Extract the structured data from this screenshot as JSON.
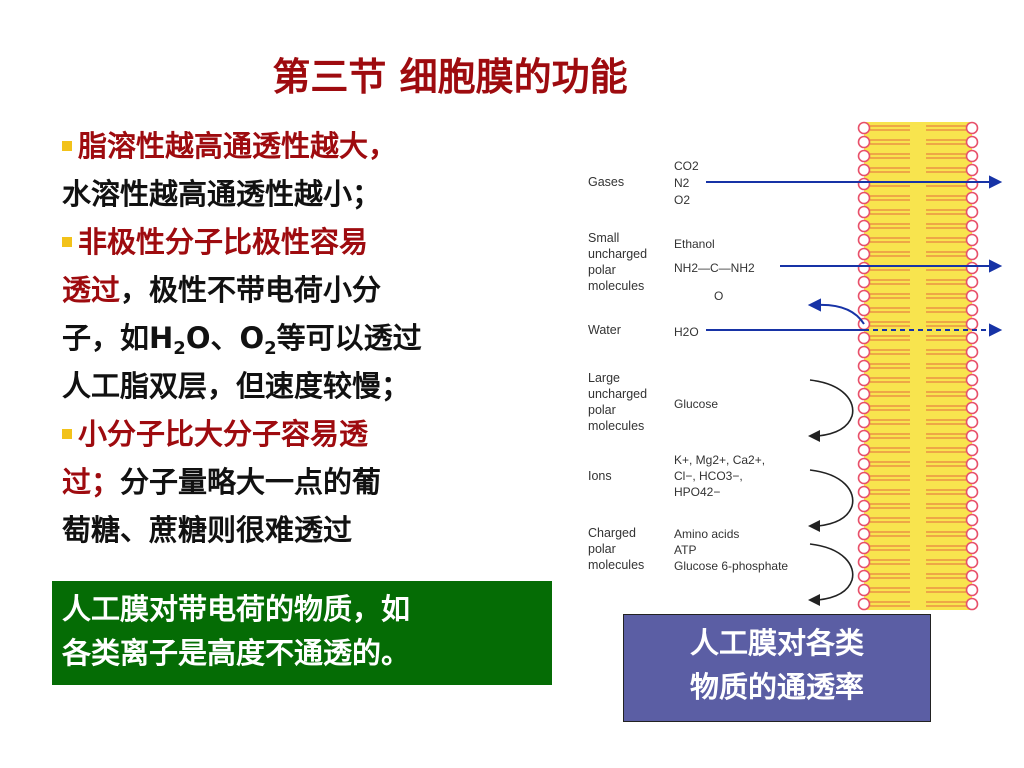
{
  "slide": {
    "title": "第三节  细胞膜的功能",
    "p1_red": "脂溶性越高通透性越大，",
    "p1_black": "水溶性越高通透性越小；",
    "p2_red_a": "非极性分子比极性容易",
    "p2_red_b": "透过",
    "p2_black_a": "，极性不带电荷小分",
    "p2_black_b": "子，如H",
    "p2_sub1": "2",
    "p2_black_c": "O、O",
    "p2_sub2": "2",
    "p2_black_d": "等可以透过",
    "p2_black_e": "人工脂双层，但速度较慢；",
    "p3_red_a": "小分子比大分子容易透",
    "p3_red_b": "过；",
    "p3_black_a": "分子量略大一点的葡",
    "p3_black_b": "萄糖、蔗糖则很难透过",
    "green_box_line1": "人工膜对带电荷的物质，如",
    "green_box_line2": "各类离子是高度不通透的。",
    "purple_box_line1": "人工膜对各类",
    "purple_box_line2": "物质的通透率"
  },
  "figure": {
    "rows": [
      {
        "category": [
          "Gases"
        ],
        "molecules": [
          "CO2",
          "N2",
          "O2"
        ]
      },
      {
        "category": [
          "Small",
          "uncharged",
          "polar",
          "molecules"
        ],
        "molecules": [
          "Ethanol",
          "NH2—C—NH2",
          "O"
        ]
      },
      {
        "category": [
          "Water"
        ],
        "molecules": [
          "H2O"
        ]
      },
      {
        "category": [
          "Large",
          "uncharged",
          "polar",
          "molecules"
        ],
        "molecules": [
          "Glucose"
        ]
      },
      {
        "category": [
          "Ions"
        ],
        "molecules": [
          "K+, Mg2+, Ca2+,",
          "Cl−, HCO3−,",
          "HPO42−"
        ]
      },
      {
        "category": [
          "Charged",
          "polar",
          "molecules"
        ],
        "molecules": [
          "Amino acids",
          "ATP",
          "Glucose 6-phosphate"
        ]
      }
    ],
    "colors": {
      "membrane_fill": "#f8e44e",
      "tail_color": "#e36a3e",
      "head_color": "#e8506a",
      "arrow_color": "#1733a6",
      "curved_arrow_color": "#222222"
    }
  },
  "colors": {
    "title": "#9e0b0f",
    "bullet": "#f2c21a",
    "green_box": "#056c05",
    "purple_box": "#5b5ea4"
  }
}
